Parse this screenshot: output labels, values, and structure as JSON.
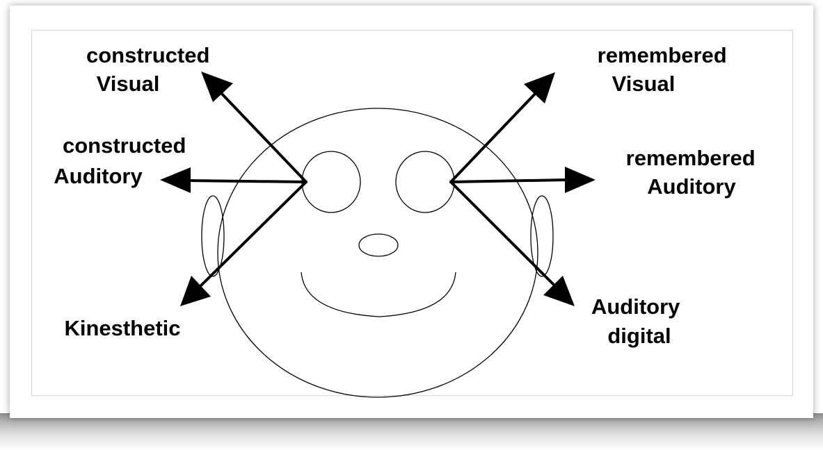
{
  "labels": {
    "constructed_visual": [
      "constructed",
      "Visual"
    ],
    "constructed_auditory": [
      "constructed",
      "Auditory"
    ],
    "kinesthetic": [
      "Kinesthetic"
    ],
    "remembered_visual": [
      "remembered",
      "Visual"
    ],
    "remembered_auditory": [
      "remembered",
      "Auditory"
    ],
    "auditory_digital": [
      "Auditory",
      "digital"
    ]
  },
  "colors": {
    "ink": "#000000",
    "background": "#ffffff"
  }
}
